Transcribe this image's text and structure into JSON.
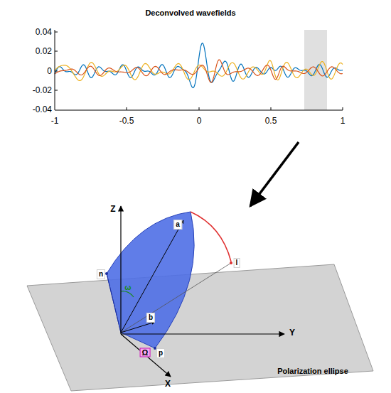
{
  "diagram": {
    "title": "Deconvolved wavefields",
    "labels": [
      "0.04",
      "0.02",
      "0",
      "-0.02",
      "-0.04",
      "-1",
      "-0.5",
      "0",
      "0.5",
      "1",
      "Z",
      "Y",
      "X",
      "a",
      "b",
      "n",
      "l",
      "p",
      "ω",
      "Ω",
      "Polarization ellipse"
    ]
  }
}
